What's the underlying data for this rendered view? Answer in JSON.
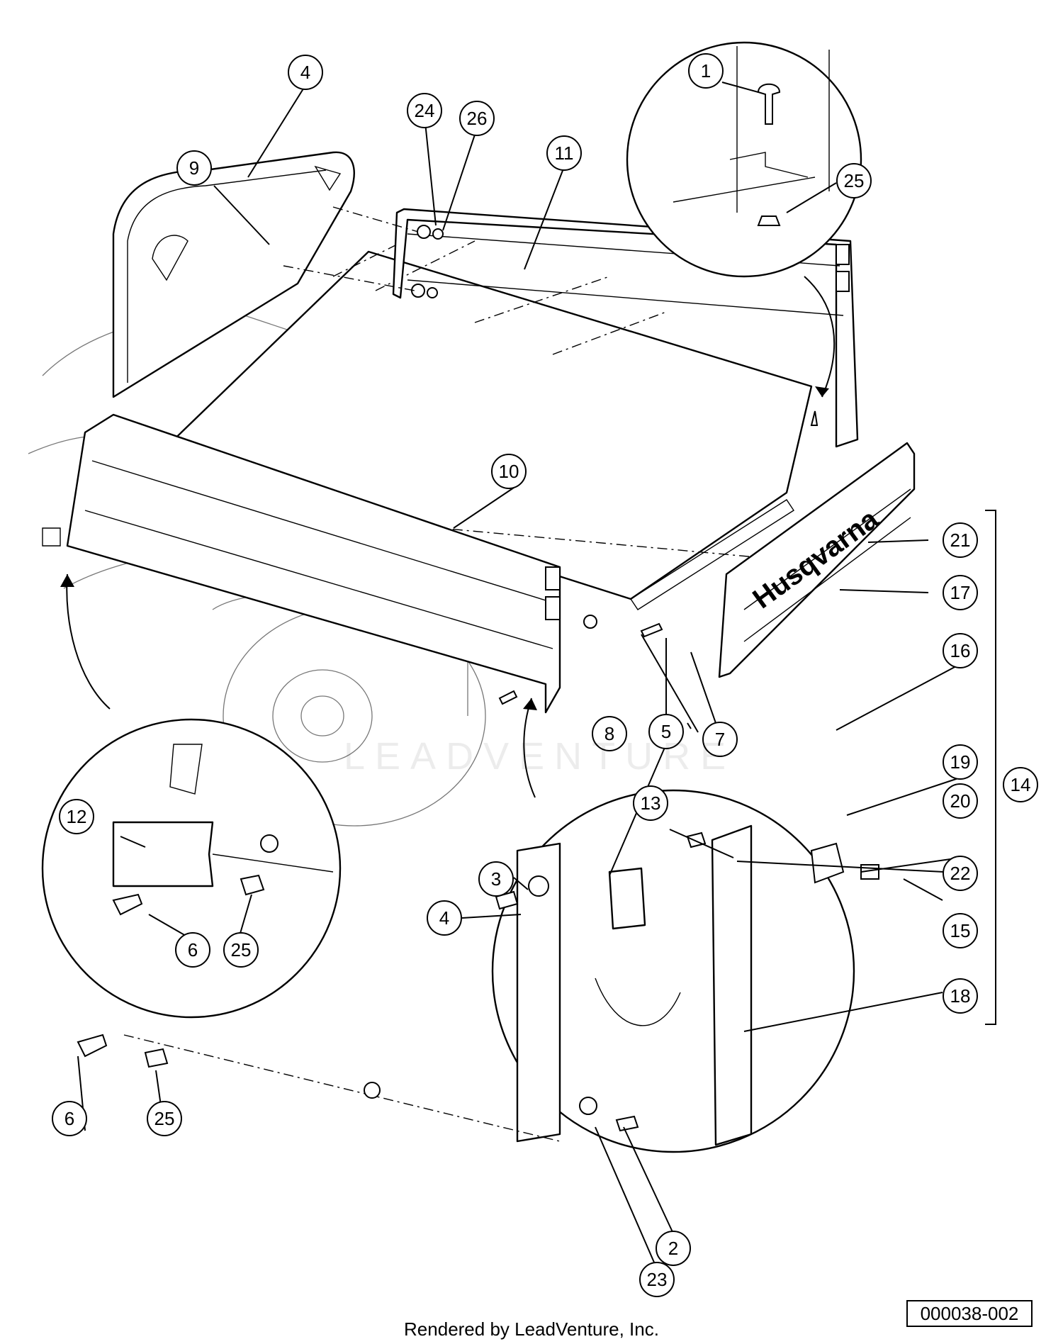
{
  "diagram": {
    "brand_text": "Husqvarna",
    "watermark_text": "LEADVENTURE",
    "footer_text": "Rendered by LeadVenture, Inc.",
    "part_number": "000038-002",
    "callouts": [
      "1",
      "2",
      "3",
      "4",
      "4",
      "5",
      "6",
      "6",
      "7",
      "8",
      "9",
      "10",
      "11",
      "12",
      "13",
      "14",
      "15",
      "16",
      "17",
      "18",
      "19",
      "20",
      "21",
      "22",
      "23",
      "24",
      "25",
      "25",
      "25",
      "26"
    ]
  }
}
